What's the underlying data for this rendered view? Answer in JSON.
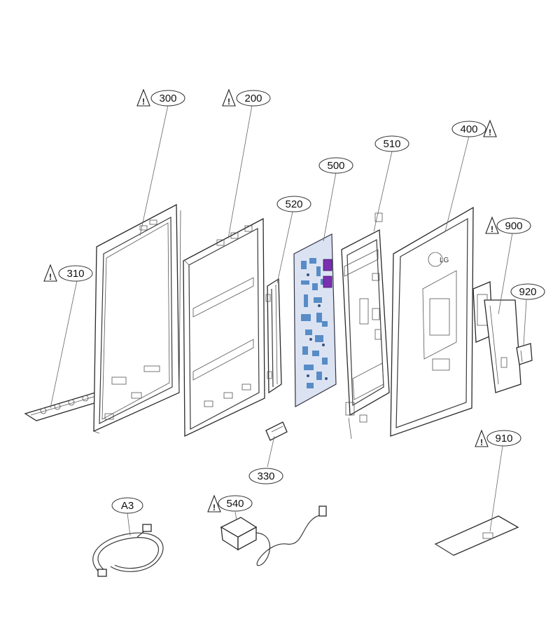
{
  "parts": [
    {
      "id": "p300",
      "label": "300",
      "warning": true
    },
    {
      "id": "p200",
      "label": "200",
      "warning": true
    },
    {
      "id": "p510",
      "label": "510",
      "warning": false
    },
    {
      "id": "p400",
      "label": "400",
      "warning": true
    },
    {
      "id": "p500",
      "label": "500",
      "warning": false
    },
    {
      "id": "p520",
      "label": "520",
      "warning": false
    },
    {
      "id": "p310",
      "label": "310",
      "warning": true
    },
    {
      "id": "p900",
      "label": "900",
      "warning": true
    },
    {
      "id": "p920",
      "label": "920",
      "warning": false
    },
    {
      "id": "p330",
      "label": "330",
      "warning": false
    },
    {
      "id": "p910",
      "label": "910",
      "warning": true
    },
    {
      "id": "pA3",
      "label": "A3",
      "warning": false
    },
    {
      "id": "p540",
      "label": "540",
      "warning": true
    }
  ],
  "warning_symbol": "!",
  "brand_mark": "LG"
}
